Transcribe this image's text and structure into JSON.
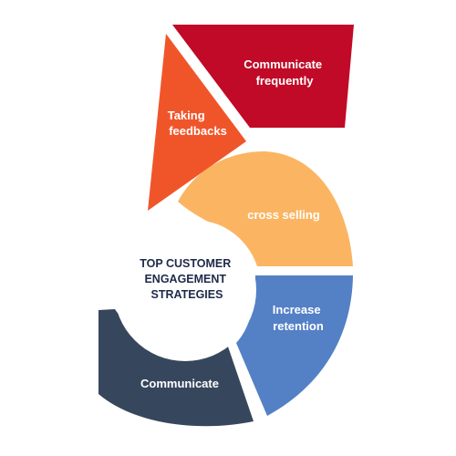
{
  "center": {
    "lines": [
      "TOP CUSTOMER",
      "ENGAGEMENT",
      "STRATEGIES"
    ]
  },
  "segments": [
    {
      "key": "communicate_frequently",
      "lines": [
        "Communicate",
        "frequently"
      ],
      "color": "#c00a27"
    },
    {
      "key": "taking_feedbacks",
      "lines": [
        "Taking",
        "feedbacks"
      ],
      "color": "#f0552a"
    },
    {
      "key": "cross_selling",
      "lines": [
        "cross selling"
      ],
      "color": "#fbb562"
    },
    {
      "key": "increase_retention",
      "lines": [
        "Increase",
        "retention"
      ],
      "color": "#5480c6"
    },
    {
      "key": "communicate",
      "lines": [
        "Communicate"
      ],
      "color": "#36475d"
    }
  ],
  "center_text_color": "#1e2a4a"
}
